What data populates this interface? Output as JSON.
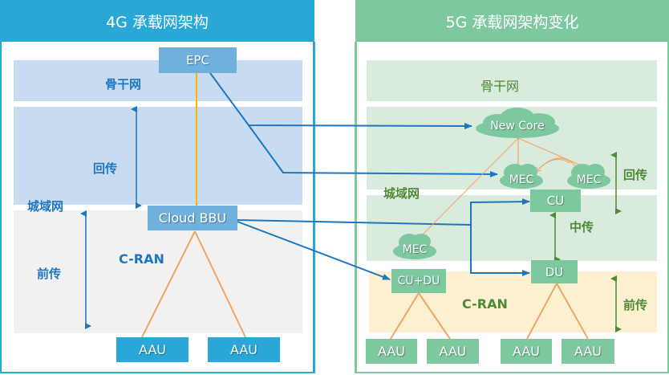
{
  "panel_4g": {
    "title": "4G 承载网架构",
    "bands": {
      "backbone": "骨干网",
      "backhaul": "回传",
      "metro": "城域网",
      "fronthaul": "前传",
      "cran": "C-RAN"
    },
    "nodes": {
      "epc": "EPC",
      "cloud_bbu": "Cloud BBU",
      "aau": [
        "AAU",
        "AAU"
      ]
    }
  },
  "panel_5g": {
    "title": "5G 承载网架构变化",
    "bands": {
      "backbone": "骨干网",
      "backhaul": "回传",
      "metro": "城域网",
      "midhaul": "中传",
      "fronthaul": "前传",
      "cran": "C-RAN"
    },
    "nodes": {
      "new_core": "New Core",
      "mec": [
        "MEC",
        "MEC",
        "MEC"
      ],
      "cu": "CU",
      "du": "DU",
      "cu_du": "CU+DU",
      "aau": [
        "AAU",
        "AAU",
        "AAU",
        "AAU"
      ]
    }
  },
  "colors": {
    "blue_accent": "#29a8d8",
    "green_accent": "#7ec8a0",
    "arrow_blue": "#1c76c0",
    "link_orange": "#f0a46a",
    "link_yellow": "#f5b800",
    "label_green": "#4c8a34"
  }
}
